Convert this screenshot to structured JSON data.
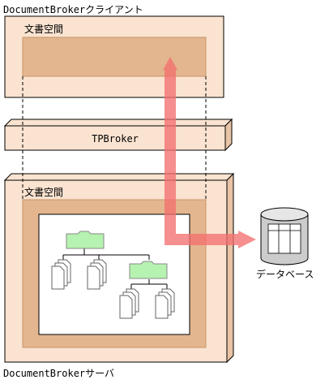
{
  "client": {
    "title": "DocumentBrokerクライアント",
    "space_label": "文書空間"
  },
  "middleware": {
    "label": "TPBroker"
  },
  "server": {
    "title": "DocumentBrokerサーバ",
    "space_label": "文書空間"
  },
  "database": {
    "label": "データベース"
  },
  "colors": {
    "box_fill": "#fae3d0",
    "space_fill": "#e3b68f",
    "space_stroke": "#c8966a",
    "arrow": "#f47070",
    "folder": "#b6f2b0",
    "document": "#ffffff",
    "db_fill": "#cccccc"
  },
  "icons": [
    "folder-icon",
    "document-stack-icon",
    "database-icon"
  ]
}
